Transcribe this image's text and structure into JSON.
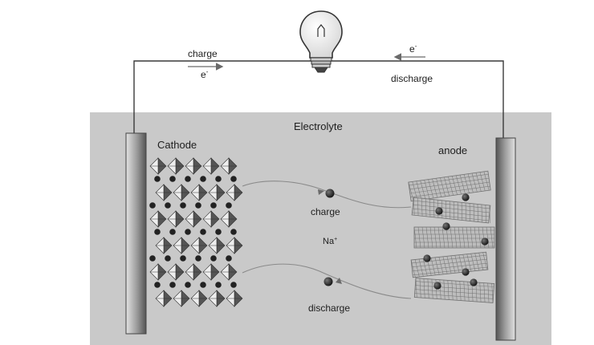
{
  "title": "Electrolyte",
  "electrodes": {
    "cathode": "Cathode",
    "anode": "anode"
  },
  "circuit": {
    "top_left_label": "charge",
    "top_left_electron": "e",
    "top_left_electron_sup": "-",
    "top_right_electron": "e",
    "top_right_electron_sup": "-",
    "top_right_label": "discharge"
  },
  "ion_flow": {
    "upper_label": "charge",
    "ion": "Na",
    "ion_sup": "+",
    "lower_label": "discharge"
  },
  "colors": {
    "electrolyte": "#c9c9c9",
    "wire": "#3a3a3a",
    "electrode_light": "#dcdcdc",
    "electrode_dark": "#4a4a4a",
    "ion": "#222222",
    "octahedron_dark": "#555555",
    "octahedron_light": "#eeeeee",
    "graphite": "#707070"
  },
  "icons": [
    "light-bulb-icon",
    "electron-arrow-icon",
    "sodium-ion-icon"
  ]
}
